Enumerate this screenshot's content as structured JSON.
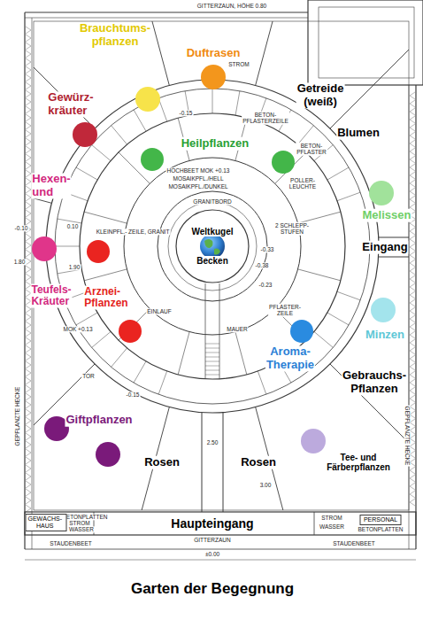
{
  "diagram": {
    "title": "Garten der Begegnung",
    "nodes": [
      {
        "text": [
          "Weltkugel",
          "Becken"
        ]
      },
      {
        "text": [
          "GEWÄCHS- HAUS"
        ]
      },
      {
        "text": [
          "PERSONAL"
        ]
      }
    ],
    "labels": [
      "GITTERZAUN, HÖHE 0.80",
      "Brauchtums- pflanzen",
      "Duftrasen",
      "STROM",
      "Gewürz- kräuter",
      "Getreide (weiß)",
      "BETON- PFLASTERZEILE",
      "Blumen",
      "-0.15",
      "Heilpflanzen",
      "BETON- PFLASTER",
      "HOCHBEET MOK +0.13",
      "MOSAIKPFL./HELL",
      "MOSAIKPFL./DUNKEL",
      "POLLER- LEUCHTE",
      "Hexen- und",
      "Melissen",
      "GRANITBORD",
      "-0.10",
      "0.10",
      "KLEINPFL.- ZEILE, GRANIT",
      "2 SCHLEPP- STUFEN",
      "Eingang",
      "-0.33",
      "1.80",
      "1.90",
      "-0.38",
      "Teufels- Kräuter",
      "Arznei- Pflanzen",
      "-0.23",
      "EINLAUF",
      "PFLASTER- ZEILE",
      "MAUER",
      "MOK +0.13",
      "Minzen",
      "Aroma- Therapie",
      "TOR",
      "Gebrauchs- Pflanzen",
      "GEPFLANZTE HECKE",
      "GEPFLANZTE HECKE",
      "Giftpflanzen",
      "-0.15",
      "2.50",
      "Rosen",
      "Rosen",
      "Tee- und Färberpflanzen",
      "3.00",
      "BETONPLATTEN",
      "STROM",
      "WASSER",
      "Haupteingang",
      "STROM",
      "WASSER",
      "BETONPLATTEN",
      "GITTERZAUN",
      "STAUDENBEET",
      "STAUDENBEET",
      "±0.00"
    ]
  }
}
